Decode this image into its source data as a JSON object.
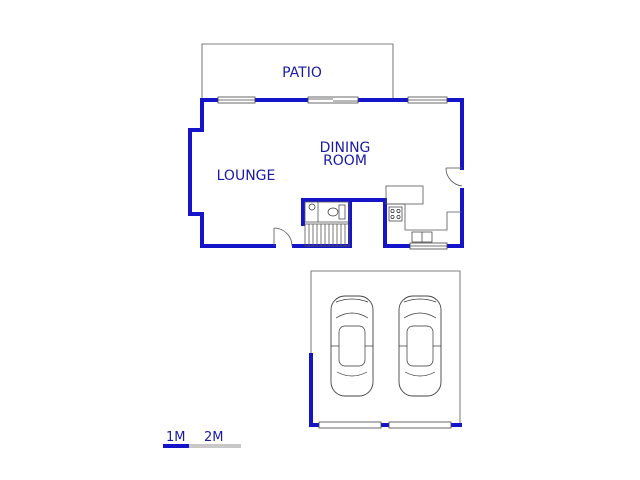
{
  "rooms": {
    "patio": "PATIO",
    "dining_line1": "DINING",
    "dining_line2": "ROOM",
    "lounge": "LOUNGE"
  },
  "scale": {
    "label_1": "1M",
    "label_2": "2M"
  },
  "colors": {
    "wall": "#1414c8",
    "text": "#1a1aa6",
    "outline": "#555555",
    "scale_gray": "#c8c8c8"
  }
}
